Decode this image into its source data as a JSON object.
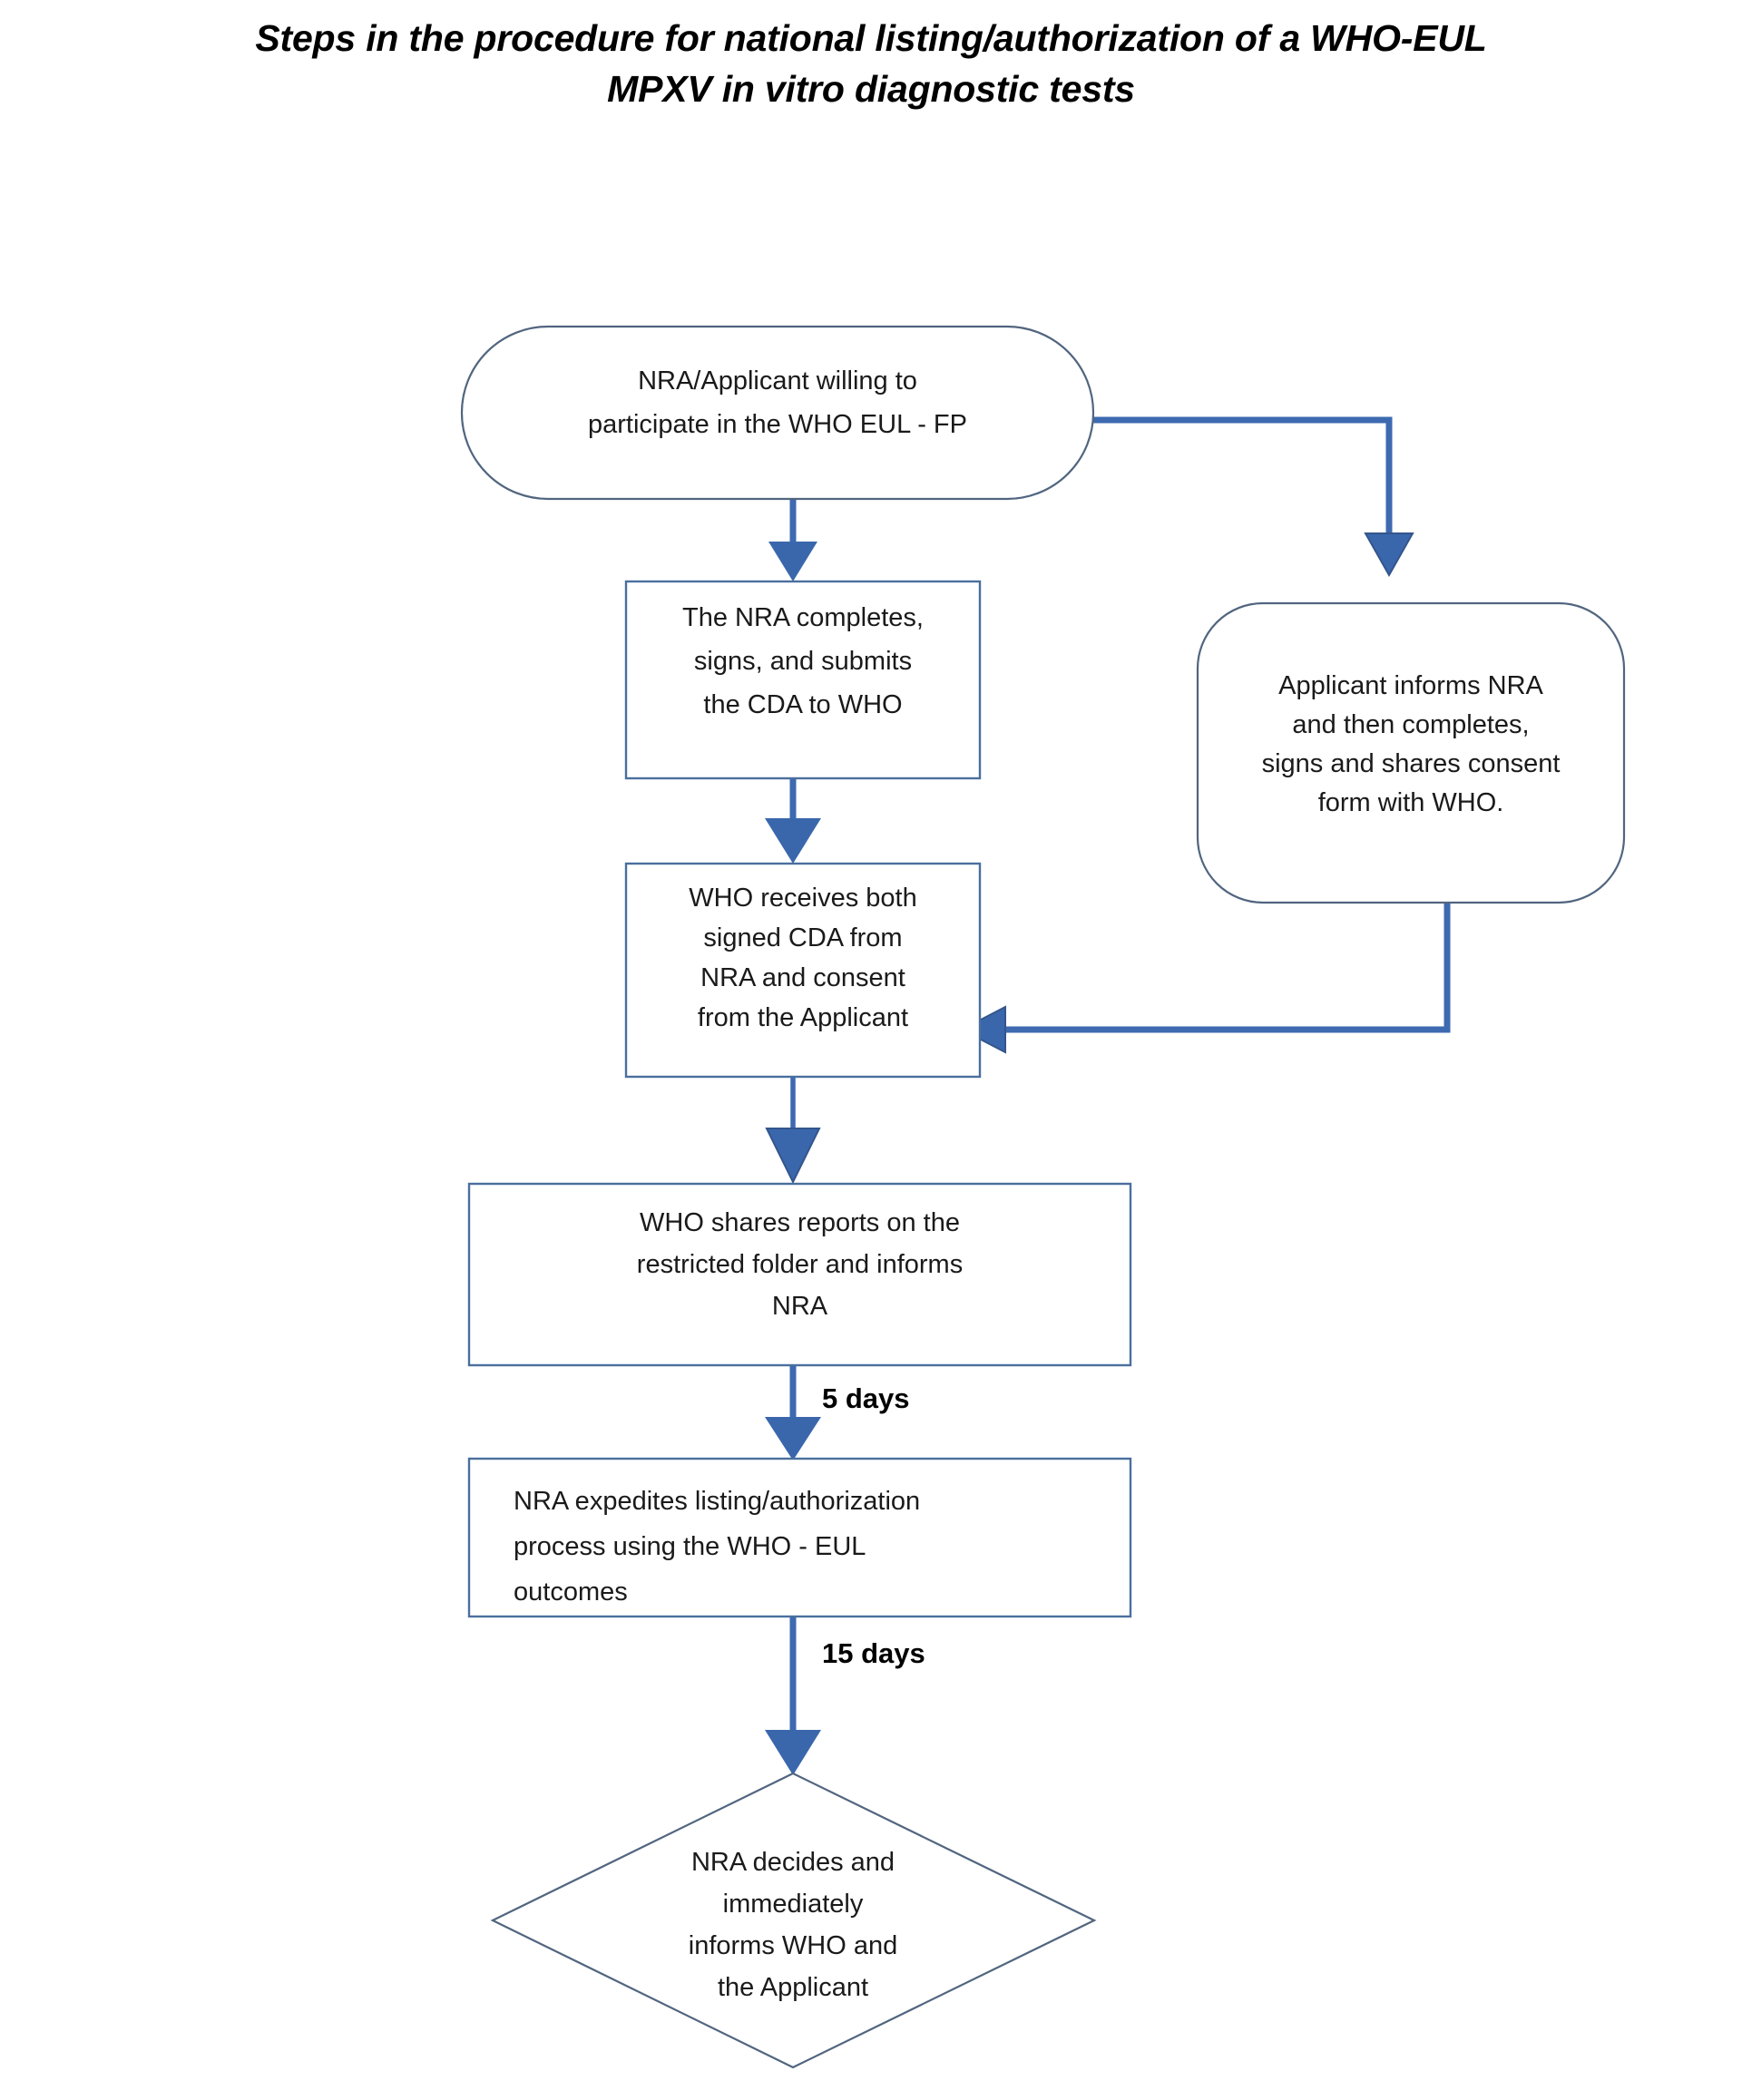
{
  "diagram": {
    "title_line1": "Steps in the procedure for national listing/authorization of a WHO-EUL",
    "title_line2": "MPXV in vitro diagnostic tests",
    "accent_color": "#3d6ab0",
    "outline_color": "#4a6f9e",
    "background_color": "#ffffff",
    "text_color": "#1a1a1a"
  },
  "nodes": {
    "start": {
      "shape": "stadium",
      "text": "NRA/Applicant willing to\nparticipate in the WHO EUL - FP"
    },
    "nra_cda": {
      "shape": "rectangle",
      "text": "The NRA completes,\nsigns, and submits\nthe CDA to WHO"
    },
    "applicant_consent": {
      "shape": "rounded-rectangle",
      "text": "Applicant informs NRA\nand then completes,\nsigns and shares consent\nform with  WHO."
    },
    "who_receives": {
      "shape": "rectangle",
      "text": "WHO receives both\nsigned CDA from\nNRA and consent\nfrom the Applicant"
    },
    "who_shares": {
      "shape": "rectangle",
      "text": "WHO shares reports on the\nrestricted folder and informs\nNRA"
    },
    "nra_expedites": {
      "shape": "rectangle",
      "text": "NRA expedites listing/authorization\nprocess using the WHO - EUL\noutcomes"
    },
    "nra_decides": {
      "shape": "diamond",
      "text": "NRA decides and\nimmediately\ninforms WHO and\nthe Applicant"
    }
  },
  "edges": [
    {
      "id": "start-to-nra-cda",
      "from": "start",
      "to": "nra_cda",
      "label": ""
    },
    {
      "id": "start-to-applicant-consent",
      "from": "start",
      "to": "applicant_consent",
      "label": ""
    },
    {
      "id": "nra-cda-to-who-receives",
      "from": "nra_cda",
      "to": "who_receives",
      "label": ""
    },
    {
      "id": "applicant-consent-to-who-receives",
      "from": "applicant_consent",
      "to": "who_receives",
      "label": ""
    },
    {
      "id": "who-receives-to-who-shares",
      "from": "who_receives",
      "to": "who_shares",
      "label": ""
    },
    {
      "id": "who-shares-to-nra-expedites",
      "from": "who_shares",
      "to": "nra_expedites",
      "label": "5 days"
    },
    {
      "id": "nra-expedites-to-nra-decides",
      "from": "nra_expedites",
      "to": "nra_decides",
      "label": "15 days"
    }
  ],
  "edge_labels": {
    "five_days": "5 days",
    "fifteen_days": "15 days"
  }
}
